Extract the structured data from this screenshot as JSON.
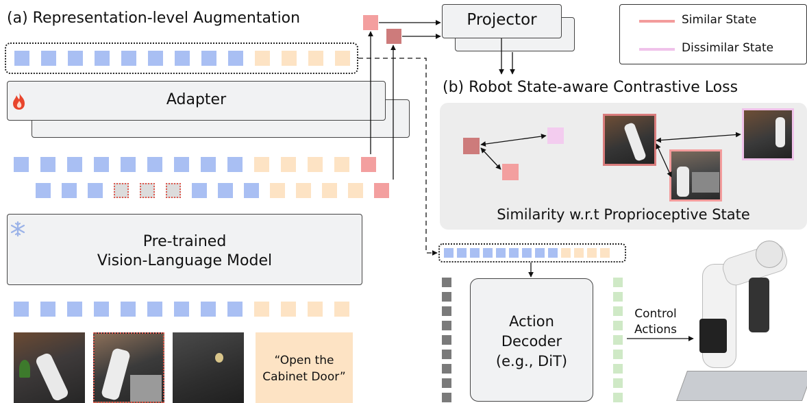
{
  "section_a": {
    "title": "(a) Representation-level Augmentation"
  },
  "section_b": {
    "title": "(b) Robot State-aware Contrastive Loss"
  },
  "projector": {
    "label": "Projector"
  },
  "adapter": {
    "label": "Adapter"
  },
  "vlm": {
    "line1": "Pre-trained",
    "line2": "Vision-Language Model"
  },
  "instruction": {
    "line1": "“Open the",
    "line2": "Cabinet Door”"
  },
  "similarity_panel": {
    "caption": "Similarity w.r.t Proprioceptive State"
  },
  "decoder": {
    "line1": "Action",
    "line2": "Decoder",
    "line3": "(e.g., DiT)"
  },
  "control": {
    "line1": "Control",
    "line2": "Actions"
  },
  "legend": {
    "items": [
      {
        "label": "Similar State",
        "color": "#f39c9c"
      },
      {
        "label": "Dissimilar State",
        "color": "#f0c2ea"
      }
    ]
  },
  "colors": {
    "vision_token": "#a9bff3",
    "text_token": "#fde3c4",
    "state_token": "#f39f9f",
    "anchor_token": "#cd7b7b",
    "dissimilar_token": "#f3ccef",
    "masked_token": "#dcdcdc",
    "noise_token": "#7a7a7a",
    "action_token": "#cfe9c6"
  },
  "icons": {
    "adapter": "flame-icon",
    "vlm": "snowflake-icon"
  }
}
